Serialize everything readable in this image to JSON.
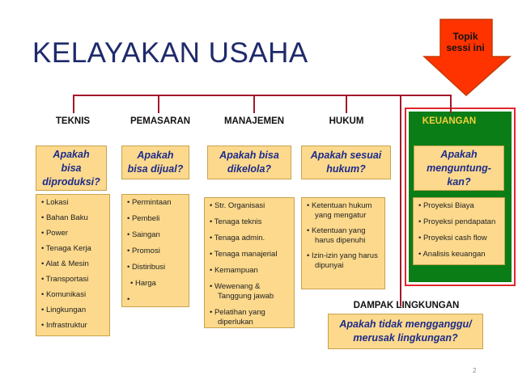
{
  "title": "KELAYAKAN USAHA",
  "arrow": {
    "label": "Topik\nsessi ini",
    "color": "#ff3300"
  },
  "colors": {
    "line": "#a4182c",
    "box": "#fcd98c",
    "question": "#1c2b8c",
    "green": "#0a7d16",
    "highlight": "#e0262c"
  },
  "columns": [
    {
      "heading": "TEKNIS",
      "question": "Apakah\nbisa\ndiproduksi?",
      "items": [
        "Lokasi",
        "Bahan Baku",
        "Power",
        "Tenaga Kerja",
        "Alat & Mesin",
        "Transportasi",
        "Komunikasi",
        "Lingkungan",
        "Infrastruktur"
      ]
    },
    {
      "heading": "PEMASARAN",
      "question": "Apakah\nbisa dijual?",
      "items": [
        "Permintaan",
        "Pembeli",
        "Saingan",
        "Promosi",
        "Distiribusi",
        "Harga",
        ""
      ]
    },
    {
      "heading": "MANAJEMEN",
      "question": "Apakah bisa\ndikelola?",
      "items": [
        "Str. Organisasi",
        "Tenaga teknis",
        "Tenaga admin.",
        "Tenaga manajerial",
        "Kemampuan",
        "Wewenang & Tanggung jawab",
        "Pelatihan yang diperlukan"
      ]
    },
    {
      "heading": "HUKUM",
      "question": "Apakah sesuai\nhukum?",
      "items": [
        "Ketentuan hukum yang mengatur",
        "Ketentuan yang harus dipenuhi",
        "Izin-izin yang harus dipunyai"
      ]
    },
    {
      "heading": "KEUANGAN",
      "question": "Apakah\nmenguntung-\nkan?",
      "items": [
        "Proyeksi Biaya",
        "Proyeksi pendapatan",
        "Proyeksi cash flow",
        "Analisis keuangan"
      ]
    }
  ],
  "impact": {
    "heading": "DAMPAK LINGKUNGAN",
    "question": "Apakah tidak mengganggu/\nmerusak lingkungan?"
  },
  "page_number": "2"
}
